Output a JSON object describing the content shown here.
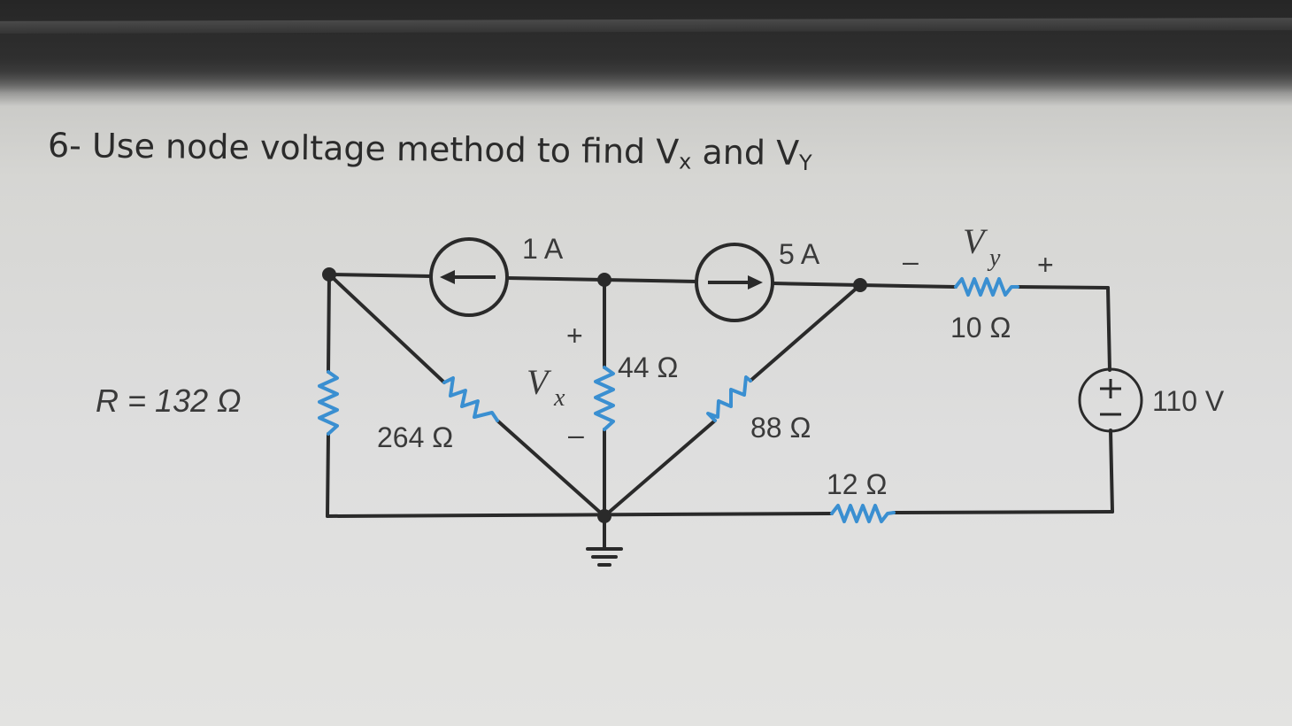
{
  "question": {
    "prefix": "6- Use node voltage method to find V",
    "sub_x": "x",
    "middle": " and V",
    "sub_y": "Y"
  },
  "circuit": {
    "source_1A": "1 A",
    "source_5A": "5 A",
    "r_left_label": "R = 132 Ω",
    "r_264": "264 Ω",
    "r_44": "44 Ω",
    "r_88": "88 Ω",
    "r_10": "10 Ω",
    "r_12": "12 Ω",
    "v_source": "110 V",
    "vx_symbol": "V",
    "vx_sub": "x",
    "vy_symbol": "V",
    "vy_sub": "y",
    "plus": "+",
    "minus": "–"
  },
  "colors": {
    "wire": "#2a2a2a",
    "resistor": "#3a8fd1",
    "text": "#3a3a3a"
  }
}
